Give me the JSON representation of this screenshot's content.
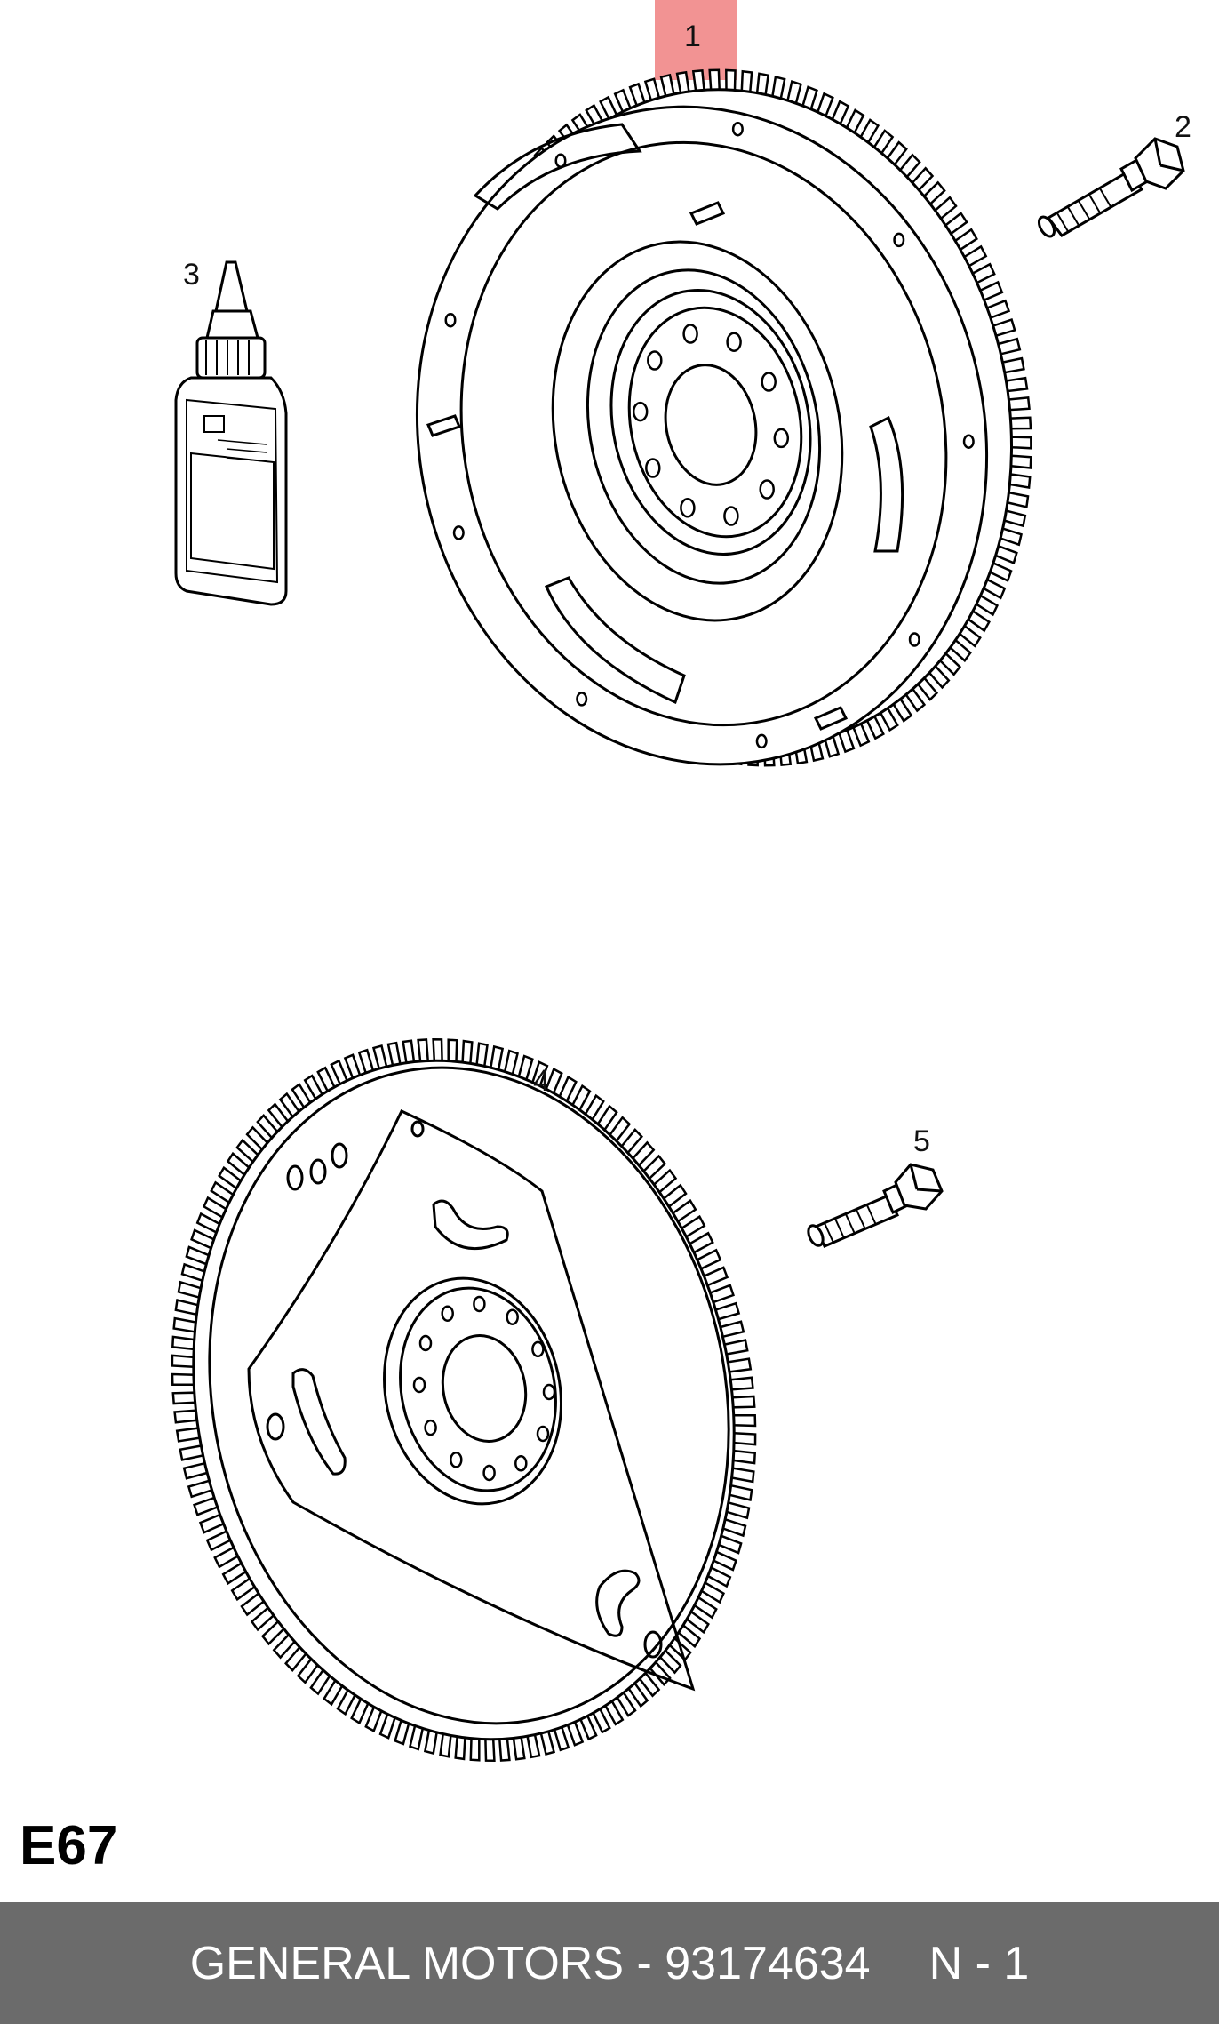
{
  "diagram": {
    "section_code": "E67",
    "callouts": [
      {
        "id": "1",
        "label": "1"
      },
      {
        "id": "2",
        "label": "2"
      },
      {
        "id": "3",
        "label": "3"
      },
      {
        "id": "4",
        "label": "4"
      },
      {
        "id": "5",
        "label": "5"
      }
    ],
    "highlight_color": "#f08080"
  },
  "footer": {
    "brand_part": "GENERAL MOTORS - 93174634",
    "quantity": "N - 1",
    "background_color": "#6b6b6b",
    "text_color": "#ffffff"
  }
}
